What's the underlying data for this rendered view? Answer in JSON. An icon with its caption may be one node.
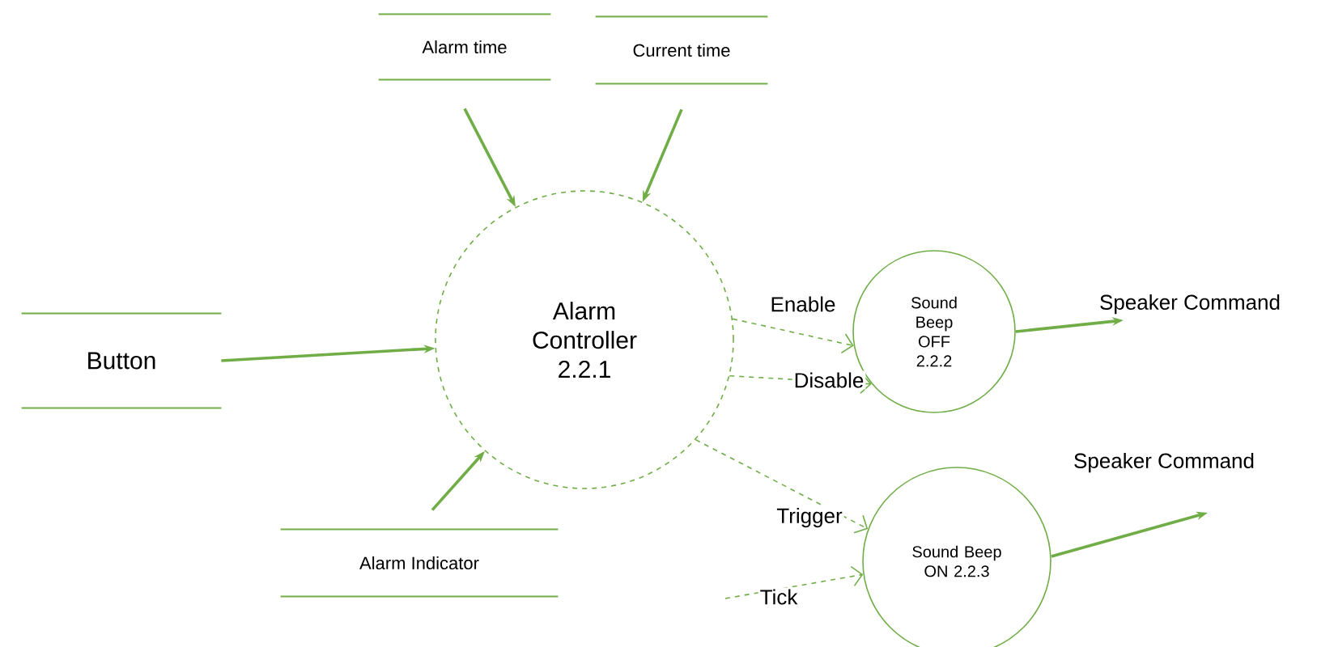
{
  "diagram": {
    "nodes": [
      {
        "text": [
          "Alarm time"
        ]
      },
      {
        "text": [
          "Current time"
        ]
      },
      {
        "text": [
          "Button"
        ]
      },
      {
        "text": [
          "Alarm Controller 2.2.1"
        ]
      },
      {
        "text": [
          "Alarm Indicator"
        ]
      },
      {
        "text": [
          "Sound Beep OFF 2.2.2"
        ]
      },
      {
        "text": [
          "Sound Beep ON 2.2.3"
        ]
      }
    ],
    "edges": [
      {
        "from": 0,
        "to": 3,
        "arrow": "to"
      },
      {
        "from": 1,
        "to": 3,
        "arrow": "to"
      },
      {
        "from": 2,
        "to": 3,
        "arrow": "to"
      },
      {
        "from": 4,
        "to": 3,
        "arrow": "to"
      },
      {
        "from": 3,
        "to": 5,
        "arrow": "to",
        "label": "Enable",
        "style": "dashed"
      },
      {
        "from": 3,
        "to": 5,
        "arrow": "to",
        "label": "Disable",
        "style": "dashed"
      },
      {
        "from": 3,
        "to": 6,
        "arrow": "to",
        "label": "Trigger",
        "style": "dashed"
      },
      {
        "from": null,
        "to": 6,
        "arrow": "to",
        "label": "Tick",
        "style": "dashed"
      },
      {
        "from": 5,
        "to": null,
        "arrow": "to",
        "label": "Speaker Command"
      },
      {
        "from": 6,
        "to": null,
        "arrow": "to",
        "label": "Speaker Command"
      }
    ]
  }
}
